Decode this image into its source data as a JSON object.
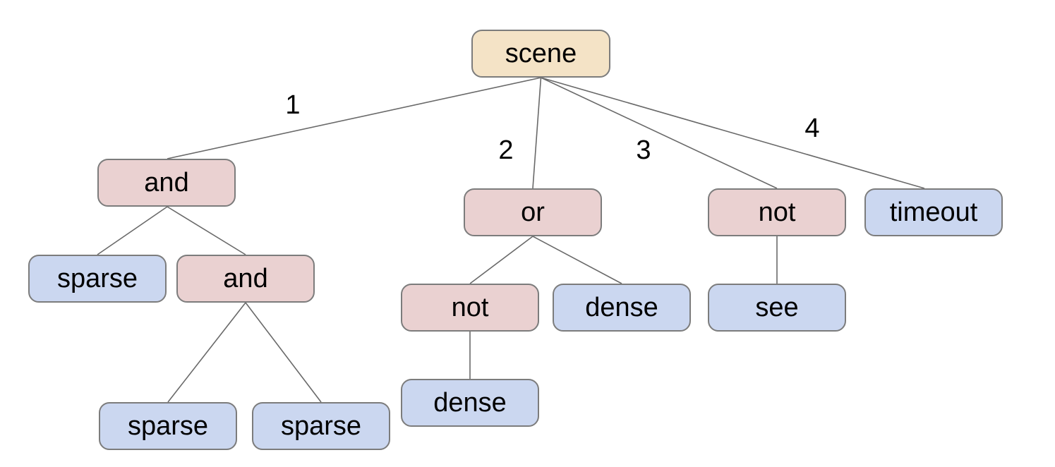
{
  "diagram": {
    "nodes": {
      "scene": {
        "label": "scene",
        "kind": "root"
      },
      "and1": {
        "label": "and",
        "kind": "operator"
      },
      "or1": {
        "label": "or",
        "kind": "operator"
      },
      "not1": {
        "label": "not",
        "kind": "operator"
      },
      "timeout": {
        "label": "timeout",
        "kind": "leaf"
      },
      "sparse1": {
        "label": "sparse",
        "kind": "leaf"
      },
      "and2": {
        "label": "and",
        "kind": "operator"
      },
      "not2": {
        "label": "not",
        "kind": "operator"
      },
      "dense1": {
        "label": "dense",
        "kind": "leaf"
      },
      "see": {
        "label": "see",
        "kind": "leaf"
      },
      "sparse2": {
        "label": "sparse",
        "kind": "leaf"
      },
      "sparse3": {
        "label": "sparse",
        "kind": "leaf"
      },
      "dense2": {
        "label": "dense",
        "kind": "leaf"
      }
    },
    "edges": [
      {
        "from": "scene",
        "to": "and1",
        "label": "1"
      },
      {
        "from": "scene",
        "to": "or1",
        "label": "2"
      },
      {
        "from": "scene",
        "to": "not1",
        "label": "3"
      },
      {
        "from": "scene",
        "to": "timeout",
        "label": "4"
      },
      {
        "from": "and1",
        "to": "sparse1"
      },
      {
        "from": "and1",
        "to": "and2"
      },
      {
        "from": "and2",
        "to": "sparse2"
      },
      {
        "from": "and2",
        "to": "sparse3"
      },
      {
        "from": "or1",
        "to": "not2"
      },
      {
        "from": "or1",
        "to": "dense1"
      },
      {
        "from": "not2",
        "to": "dense2"
      },
      {
        "from": "not1",
        "to": "see"
      }
    ],
    "colors": {
      "root_fill": "#f4e3c6",
      "operator_fill": "#ead1d1",
      "leaf_fill": "#cbd7f0",
      "node_border": "#7c7c7c",
      "edge_line": "#696969",
      "node_text": "#000000"
    }
  }
}
